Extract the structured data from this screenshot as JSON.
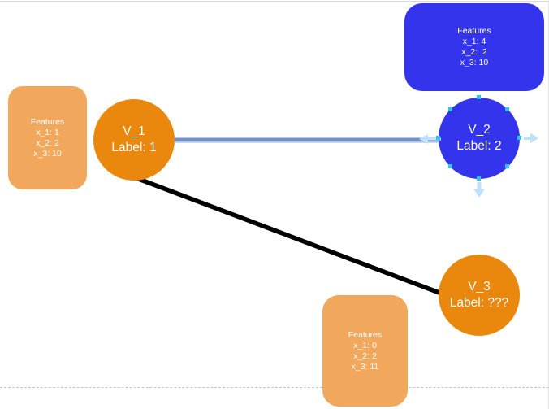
{
  "diagram": {
    "nodes": {
      "v1": {
        "name": "V_1",
        "label": "Label: 1"
      },
      "v2": {
        "name": "V_2",
        "label": "Label: 2"
      },
      "v3": {
        "name": "V_3",
        "label": "Label: ???"
      }
    },
    "feature_boxes": {
      "v1": {
        "title": "Features",
        "lines": [
          "x_1: 1",
          "x_2: 2",
          "x_3: 10"
        ]
      },
      "v2": {
        "title": "Features",
        "lines": [
          "x_1: 4",
          "x_2:  2",
          "x_3: 10"
        ]
      },
      "v3": {
        "title": "Features",
        "lines": [
          "x_1: 0",
          "x_2: 2",
          "x_3: 11"
        ]
      }
    },
    "edges": [
      {
        "from": "V_1",
        "to": "V_2",
        "style": "highlighted-blue"
      },
      {
        "from": "V_1",
        "to": "V_3",
        "style": "black"
      }
    ],
    "selected_node": "V_2"
  },
  "colors": {
    "node_orange": "#EA870D",
    "node_blue": "#3434EC",
    "feature_orange": "#F2A85C",
    "feature_blue": "#3434EC",
    "edge_blue": "#7291C3",
    "edge_blue_halo": "#CBD9F0",
    "edge_black": "#000000",
    "quick_arrow": "#BEE0F8",
    "selection_handle": "#2FC4E9",
    "boundary_solid": "#DADADA",
    "boundary_right": "#E4E4E4"
  }
}
